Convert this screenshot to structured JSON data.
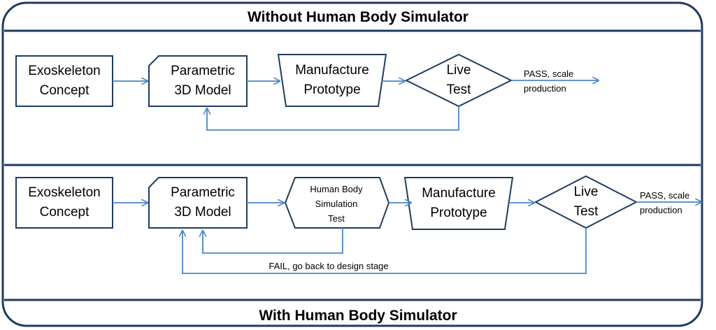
{
  "top_panel": {
    "title": "Without Human Body Simulator",
    "nodes": {
      "concept": [
        "Exoskeleton",
        "Concept"
      ],
      "model": [
        "Parametric",
        "3D Model"
      ],
      "manufacture": [
        "Manufacture",
        "Prototype"
      ],
      "live_test": [
        "Live",
        "Test"
      ]
    },
    "pass_label": [
      "PASS, scale",
      "production"
    ]
  },
  "bottom_panel": {
    "title": "With Human Body Simulator",
    "nodes": {
      "concept": [
        "Exoskeleton",
        "Concept"
      ],
      "model": [
        "Parametric",
        "3D Model"
      ],
      "simulation": [
        "Human Body",
        "Simulation",
        "Test"
      ],
      "manufacture": [
        "Manufacture",
        "Prototype"
      ],
      "live_test": [
        "Live",
        "Test"
      ]
    },
    "pass_label": [
      "PASS, scale",
      "production"
    ],
    "fail_label": "FAIL, go back to design stage"
  },
  "colors": {
    "border": "#1f3c5c",
    "arrow": "#4a86c8",
    "background": "#ffffff"
  }
}
